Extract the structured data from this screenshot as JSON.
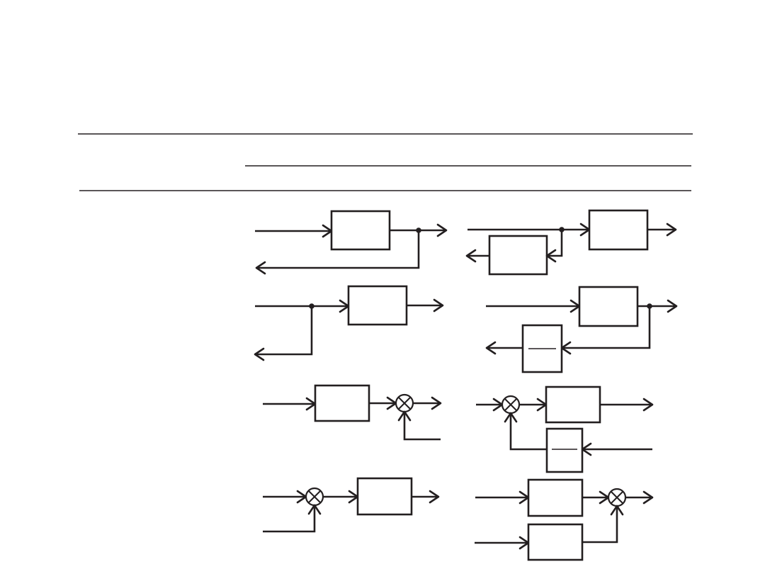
{
  "page": {
    "title": "",
    "header_col1": "",
    "header_col2": "",
    "header_sub_left": "",
    "header_sub_right": ""
  },
  "colors": {
    "line": "#231f20",
    "background": "#ffffff"
  },
  "rows": [
    {
      "id": "row-1",
      "left": "branch-point-moved-behind-block",
      "right": "branch-point-moved-ahead-of-block"
    },
    {
      "id": "row-2",
      "left": "branch-point-moved-ahead-of-block",
      "right": "branch-point-moved-behind-block-with-inverse"
    },
    {
      "id": "row-3",
      "left": "summing-point-moved-behind-block",
      "right": "summing-point-moved-ahead-of-block-with-inverse"
    },
    {
      "id": "row-4",
      "left": "summing-point-moved-ahead-of-block",
      "right": "summing-point-moved-behind-blocks"
    }
  ]
}
